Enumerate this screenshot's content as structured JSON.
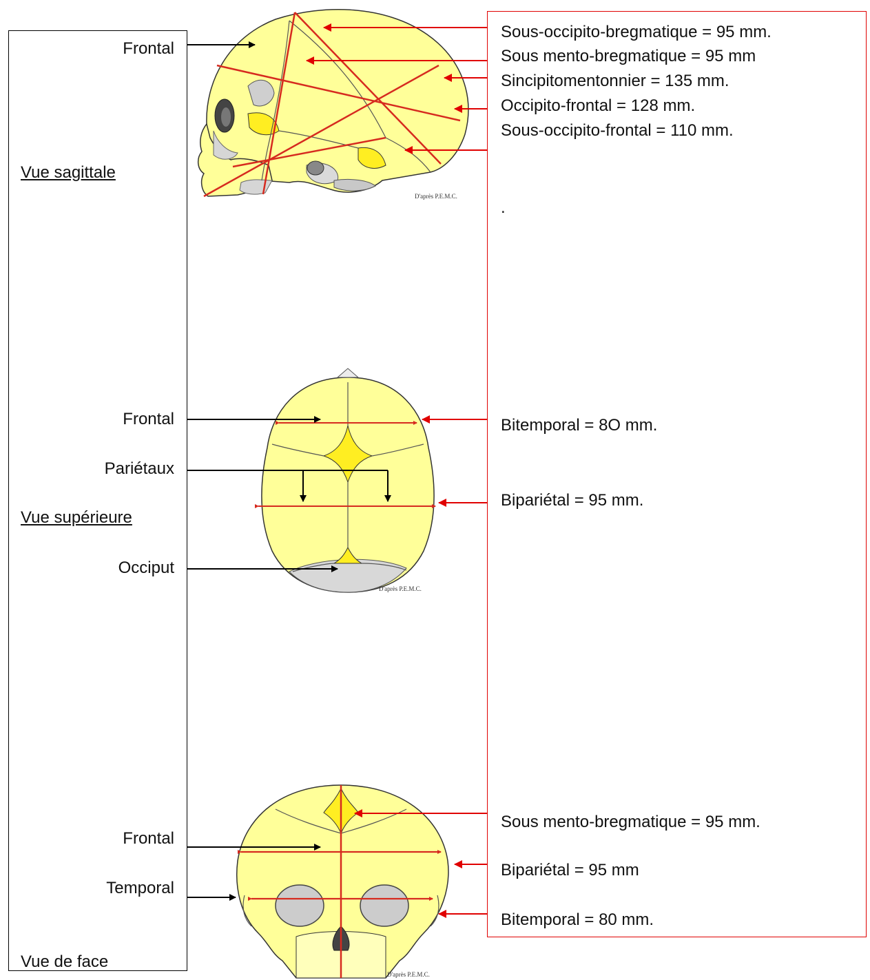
{
  "sagittal": {
    "view_title": "Vue sagittale",
    "labels": {
      "frontal": "Frontal"
    },
    "measurements": [
      "Sous-occipito-bregmatique = 95 mm.",
      "Sous mento-bregmatique = 95 mm",
      "Sincipitomentonnier = 135 mm.",
      "Occipito-frontal = 128 mm.",
      "Sous-occipito-frontal = 110 mm."
    ],
    "dot": ".",
    "credit": "D'après P.E.M.C."
  },
  "superior": {
    "view_title": "Vue supérieure",
    "labels": {
      "frontal": "Frontal",
      "parietaux": "Pariétaux",
      "occiput": "Occiput"
    },
    "measurements": [
      "Bitemporal = 8O mm.",
      "Bipariétal = 95 mm."
    ],
    "credit": "D'après P.E.M.C."
  },
  "face": {
    "view_title": "Vue de face",
    "labels": {
      "frontal": "Frontal",
      "temporal": "Temporal"
    },
    "measurements": [
      "Sous mento-bregmatique = 95 mm.",
      "Bipariétal = 95 mm",
      "Bitemporal = 80 mm."
    ],
    "credit": "D'après P.E.M.C."
  },
  "colors": {
    "bone": "#ffff99",
    "fontanelle": "#ffee22",
    "measure_line": "#d62a1f",
    "arrow_red": "#e00000",
    "arrow_black": "#000000",
    "box_red": "#e00000"
  }
}
